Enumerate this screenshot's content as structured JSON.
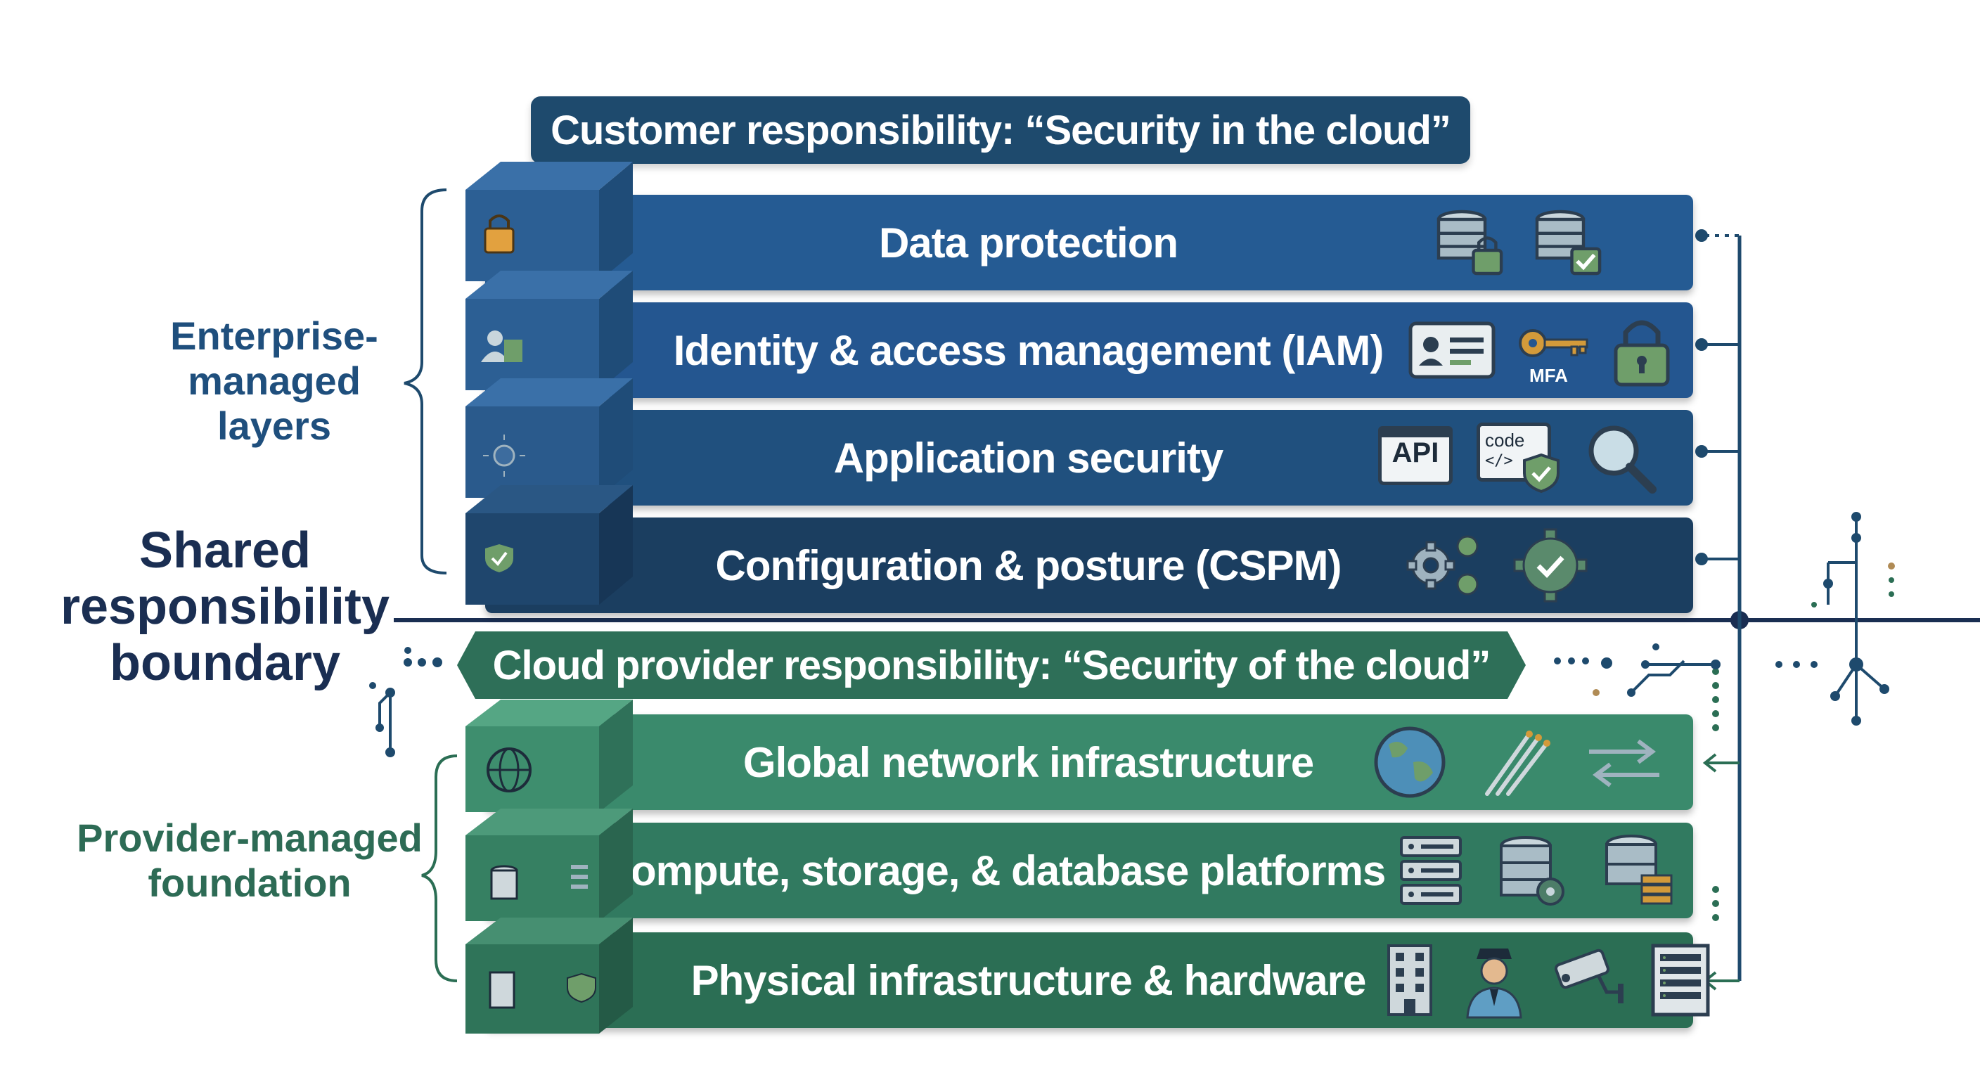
{
  "banners": {
    "customer": "Customer responsibility: “Security in the cloud”",
    "provider": "Cloud provider responsibility: “Security of the cloud”"
  },
  "side_labels": {
    "enterprise": [
      "Enterprise-",
      "managed",
      "layers"
    ],
    "boundary": [
      "Shared",
      "responsibility",
      "boundary"
    ],
    "provider": [
      "Provider-managed",
      "foundation"
    ]
  },
  "enterprise_layers": [
    {
      "label": "Data protection",
      "icons": [
        "database-lock-icon",
        "database-check-icon"
      ]
    },
    {
      "label": "Identity & access management (IAM)",
      "icons": [
        "id-card-icon",
        "key-icon",
        "padlock-icon"
      ],
      "icon_caption": "MFA"
    },
    {
      "label": "Application security",
      "icons": [
        "api-window-icon",
        "code-shield-icon",
        "magnifier-icon"
      ],
      "api_text": "API",
      "code_text": "code",
      "code_sub": "</>"
    },
    {
      "label": "Configuration & posture (CSPM)",
      "icons": [
        "gears-icon",
        "gear-check-icon"
      ]
    }
  ],
  "provider_layers": [
    {
      "label": "Global network infrastructure",
      "icons": [
        "globe-icon",
        "fiber-cables-icon",
        "transfer-arrows-icon"
      ]
    },
    {
      "label": "Compute, storage, & database platforms",
      "icons": [
        "server-rack-icon",
        "database-gear-icon",
        "database-stack-icon"
      ]
    },
    {
      "label": "Physical infrastructure & hardware",
      "icons": [
        "building-icon",
        "security-guard-icon",
        "cctv-camera-icon",
        "server-cabinet-icon"
      ]
    }
  ],
  "colors": {
    "enterprise_layer": [
      "#255b93",
      "#245690",
      "#20507e",
      "#1b3e60"
    ],
    "provider_layer": [
      "#3a8a6c",
      "#317a60",
      "#2b6e54"
    ],
    "enterprise_text": "#1f4f7d",
    "provider_text": "#2d6b55",
    "boundary_text": "#1a2e52",
    "boundary_line": "#1a2e52"
  }
}
